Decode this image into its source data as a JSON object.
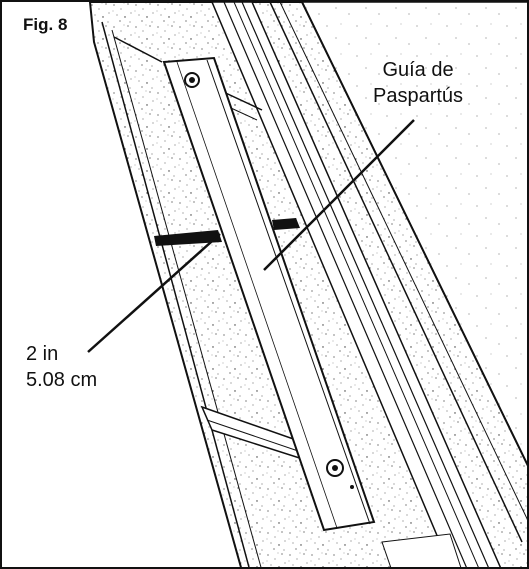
{
  "figure": {
    "label": "Fig. 8"
  },
  "callouts": {
    "guide": {
      "line1": "Guía de",
      "line2": "Paspartús"
    },
    "measure": {
      "line1": "2 in",
      "line2": "5.08 cm"
    }
  },
  "colors": {
    "ink": "#111111",
    "paper": "#ffffff"
  }
}
